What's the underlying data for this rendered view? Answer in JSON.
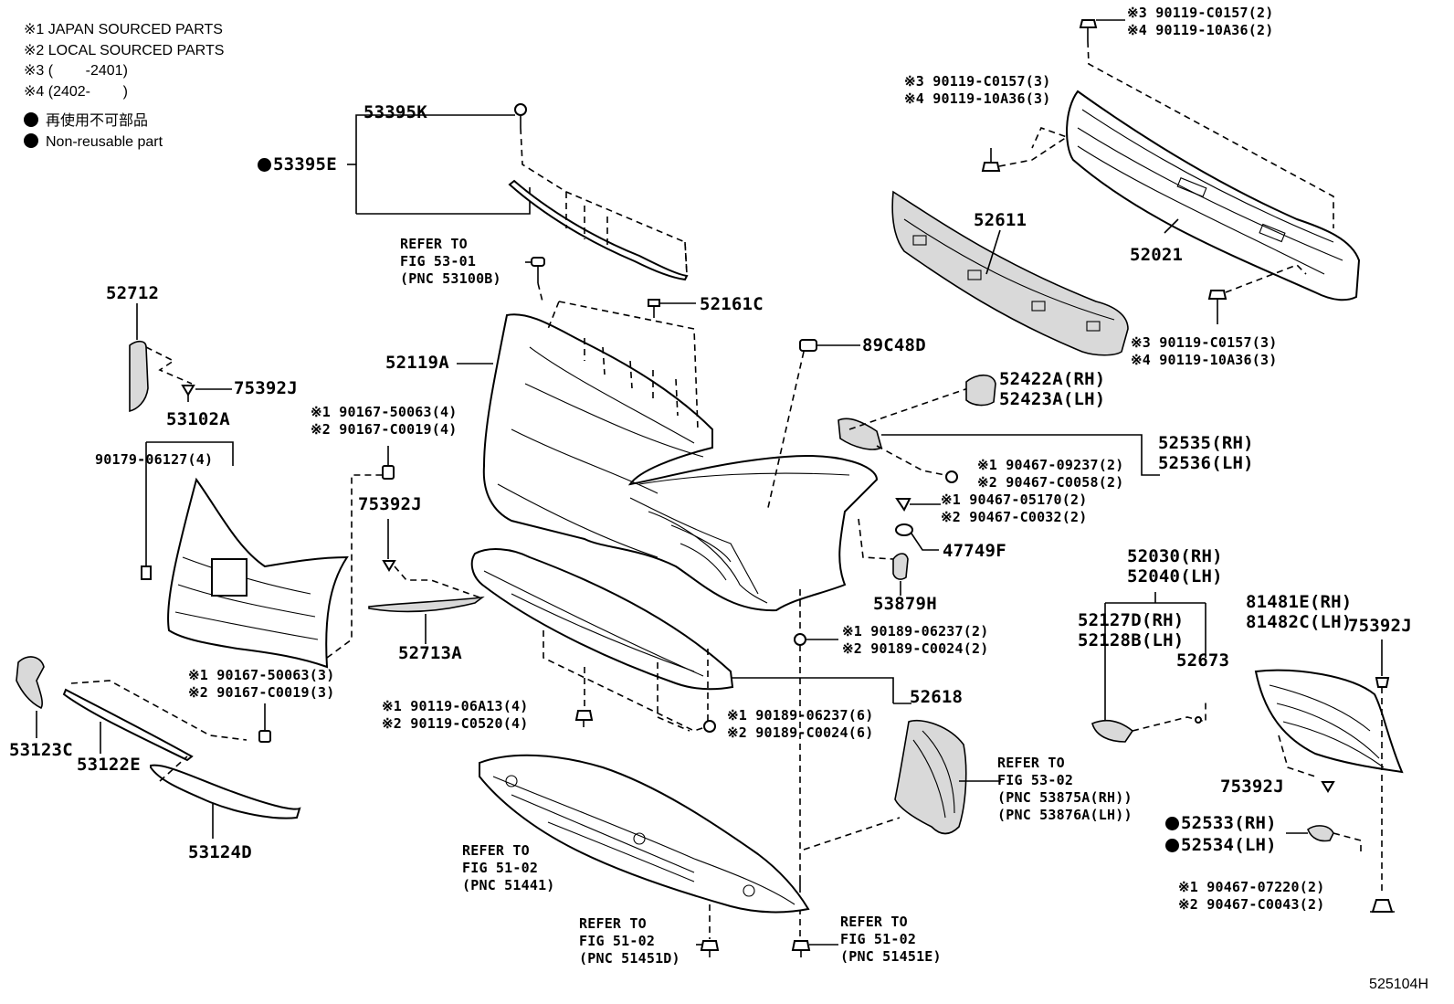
{
  "legend": {
    "notes": [
      "※1 JAPAN SOURCED PARTS",
      "※2 LOCAL SOURCED PARTS",
      "※3 (        -2401)",
      "※4 (2402-        )"
    ],
    "symbol_jp": "再使用不可部品",
    "symbol_en": "Non-reusable part"
  },
  "diagram_code": "525104H",
  "labels": {
    "p53395K": "53395K",
    "p53395E": "53395E",
    "ref5301": "REFER TO\nFIG 53-01\n(PNC 53100B)",
    "p52161C": "52161C",
    "p52712": "52712",
    "p75392J_a": "75392J",
    "p52119A": "52119A",
    "p89C48D": "89C48D",
    "p52611": "52611",
    "p52021": "52021",
    "top_bolt": "※3 90119-C0157(2)\n※4 90119-10A36(2)",
    "mid_bolt": "※3 90119-C0157(3)\n※4 90119-10A36(3)",
    "right_bolt": "※3 90119-C0157(3)\n※4 90119-10A36(3)",
    "p53102A": "53102A",
    "p90179": "90179-06127(4)",
    "clip_90167_a": "※1 90167-50063(4)\n※2 90167-C0019(4)",
    "p75392J_b": "75392J",
    "p52713A": "52713A",
    "p52422": "52422A(RH)\n52423A(LH)",
    "p52535": "52535(RH)\n52536(LH)",
    "nut_90467_a": "※1 90467-09237(2)\n※2 90467-C0058(2)",
    "clip_90467_b": "※1 90467-05170(2)\n※2 90467-C0032(2)",
    "p47749F": "47749F",
    "p53879H": "53879H",
    "p52030": "52030(RH)\n52040(LH)",
    "p52127": "52127D(RH)\n52128B(LH)",
    "p52673": "52673",
    "p81481": "81481E(RH)\n81482C(LH)",
    "p75392J_c": "75392J",
    "p75392J_d": "75392J",
    "clip_90189_a": "※1 90189-06237(2)\n※2 90189-C0024(2)",
    "p52618": "52618",
    "clip_90189_b": "※1 90189-06237(6)\n※2 90189-C0024(6)",
    "bolt_90119_06A13": "※1 90119-06A13(4)\n※2 90119-C0520(4)",
    "clip_90167_b": "※1 90167-50063(3)\n※2 90167-C0019(3)",
    "p53123C": "53123C",
    "p53122E": "53122E",
    "p53124D": "53124D",
    "ref5302": "REFER TO\nFIG 53-02\n(PNC 53875A(RH))\n(PNC 53876A(LH))",
    "p52533": "52533(RH)",
    "p52534": "52534(LH)",
    "ref5102_a": "REFER TO\nFIG 51-02\n(PNC 51441)",
    "ref5102_b": "REFER TO\nFIG 51-02\n(PNC 51451D)",
    "ref5102_c": "REFER TO\nFIG 51-02\n(PNC 51451E)",
    "clip_90467_c": "※1 90467-07220(2)\n※2 90467-C0043(2)"
  }
}
